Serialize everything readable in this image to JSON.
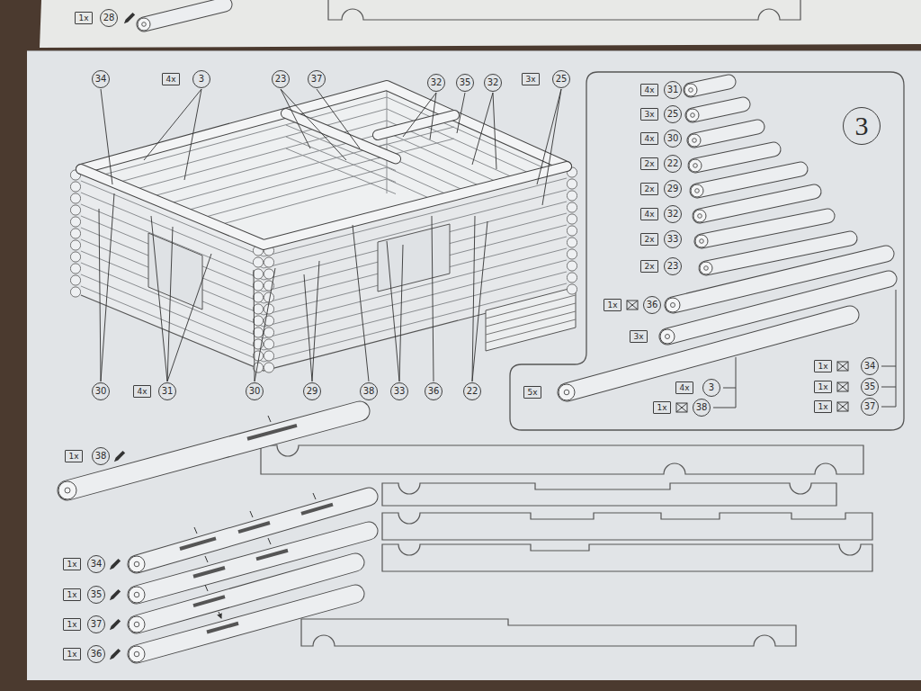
{
  "diagram": {
    "nodes": [
      {
        "text": [
          "1x"
        ]
      },
      {
        "text": [
          "28"
        ]
      },
      {
        "text": [
          "34"
        ]
      },
      {
        "text": [
          "4x"
        ]
      },
      {
        "text": [
          "3"
        ]
      },
      {
        "text": [
          "23"
        ]
      },
      {
        "text": [
          "37"
        ]
      },
      {
        "text": [
          "32"
        ]
      },
      {
        "text": [
          "35"
        ]
      },
      {
        "text": [
          "32"
        ]
      },
      {
        "text": [
          "3x"
        ]
      },
      {
        "text": [
          "25"
        ]
      },
      {
        "text": [
          "3"
        ]
      },
      {
        "text": [
          "4x"
        ]
      },
      {
        "text": [
          "31"
        ]
      },
      {
        "text": [
          "3x"
        ]
      },
      {
        "text": [
          "25"
        ]
      },
      {
        "text": [
          "4x"
        ]
      },
      {
        "text": [
          "30"
        ]
      },
      {
        "text": [
          "2x"
        ]
      },
      {
        "text": [
          "22"
        ]
      },
      {
        "text": [
          "2x"
        ]
      },
      {
        "text": [
          "29"
        ]
      },
      {
        "text": [
          "4x"
        ]
      },
      {
        "text": [
          "32"
        ]
      },
      {
        "text": [
          "2x"
        ]
      },
      {
        "text": [
          "33"
        ]
      },
      {
        "text": [
          "2x"
        ]
      },
      {
        "text": [
          "23"
        ]
      },
      {
        "text": [
          "1x"
        ]
      },
      {
        "text": [
          "36"
        ]
      },
      {
        "text": [
          "3x"
        ]
      },
      {
        "text": [
          "30"
        ]
      },
      {
        "text": [
          "4x"
        ]
      },
      {
        "text": [
          "31"
        ]
      },
      {
        "text": [
          "30"
        ]
      },
      {
        "text": [
          "29"
        ]
      },
      {
        "text": [
          "38"
        ]
      },
      {
        "text": [
          "33"
        ]
      },
      {
        "text": [
          "36"
        ]
      },
      {
        "text": [
          "22"
        ]
      },
      {
        "text": [
          "1x"
        ]
      },
      {
        "text": [
          "34"
        ]
      },
      {
        "text": [
          "1x"
        ]
      },
      {
        "text": [
          "35"
        ]
      },
      {
        "text": [
          "4x"
        ]
      },
      {
        "text": [
          "3"
        ]
      },
      {
        "text": [
          "5x"
        ]
      },
      {
        "text": [
          "1x"
        ]
      },
      {
        "text": [
          "37"
        ]
      },
      {
        "text": [
          "1x"
        ]
      },
      {
        "text": [
          "38"
        ]
      },
      {
        "text": [
          "1x"
        ]
      },
      {
        "text": [
          "38"
        ]
      },
      {
        "text": [
          "1x"
        ]
      },
      {
        "text": [
          "34"
        ]
      },
      {
        "text": [
          "1x"
        ]
      },
      {
        "text": [
          "35"
        ]
      },
      {
        "text": [
          "1x"
        ]
      },
      {
        "text": [
          "37"
        ]
      },
      {
        "text": [
          "1x"
        ]
      },
      {
        "text": [
          "36"
        ]
      }
    ]
  }
}
